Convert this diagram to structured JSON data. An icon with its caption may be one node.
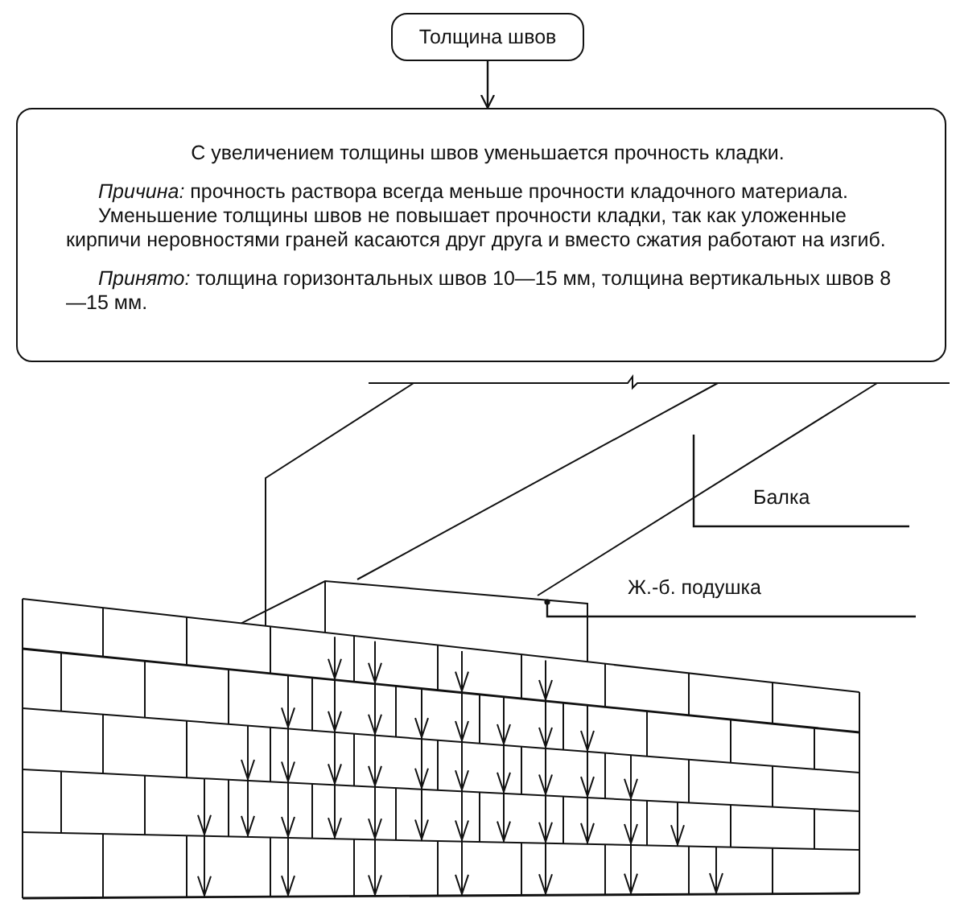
{
  "diagram": {
    "nodes": [
      {
        "text": [
          "Толщина швов"
        ]
      },
      {
        "text": [
          "С увеличением толщины швов уменьшается прочность кладки.",
          "*Причина:* прочность раствора всегда меньше прочности кладочного материала.",
          "Уменьшение толщины швов не повышает прочности кладки, так как уложенные кирпичи неровностями граней касаются друг друга и вместо сжатия работают на изгиб.",
          "*Принято:* толщина горизонтальных швов 10—15 мм, толщина вертикальных швов 8—15 мм."
        ]
      },
      {
        "text": [
          "Балка"
        ]
      },
      {
        "text": [
          "Ж.-б. подушка"
        ]
      }
    ],
    "edges": [
      {
        "from": 0,
        "to": 1,
        "arrow": "to"
      },
      {
        "from": 2,
        "to": null,
        "arrow": "none"
      },
      {
        "from": 3,
        "to": null,
        "arrow": "other"
      }
    ]
  }
}
